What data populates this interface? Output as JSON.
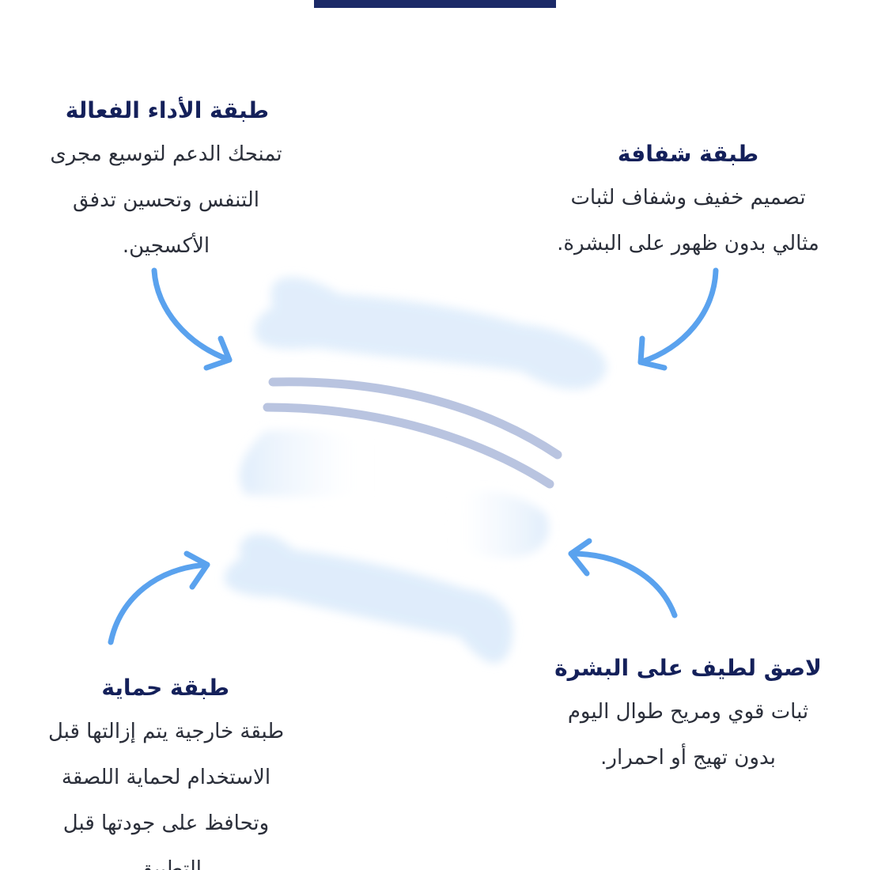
{
  "labels": {
    "top_left": {
      "title": "طبقة الأداء الفعالة",
      "description": "تمنحك الدعم لتوسيع مجرى\nالتنفس وتحسين تدفق\nالأكسجين."
    },
    "top_right": {
      "title": "طبقة شفافة",
      "description": "تصميم خفيف وشفاف لثبات\nمثالي بدون ظهور على البشرة."
    },
    "bottom_left": {
      "title": "طبقة حماية",
      "description": "طبقة خارجية يتم إزالتها قبل\nالاستخدام لحماية اللصقة\nوتحافظ على جودتها قبل\nالتطبيق."
    },
    "bottom_right": {
      "title": "لاصق لطيف على البشرة",
      "description": "ثبات قوي ومريح طوال اليوم\nبدون تهيج أو احمرار."
    }
  },
  "colors": {
    "top_bar": "#1b2a68",
    "title": "#14205a",
    "text": "#2b2f3a",
    "arrow": "#5aa2ee",
    "layer": "#dcebfb",
    "band": "#b9c4e0"
  },
  "icons": {
    "arrows": "curved-arrow-icon",
    "strip": "nasal-strip-layers"
  }
}
